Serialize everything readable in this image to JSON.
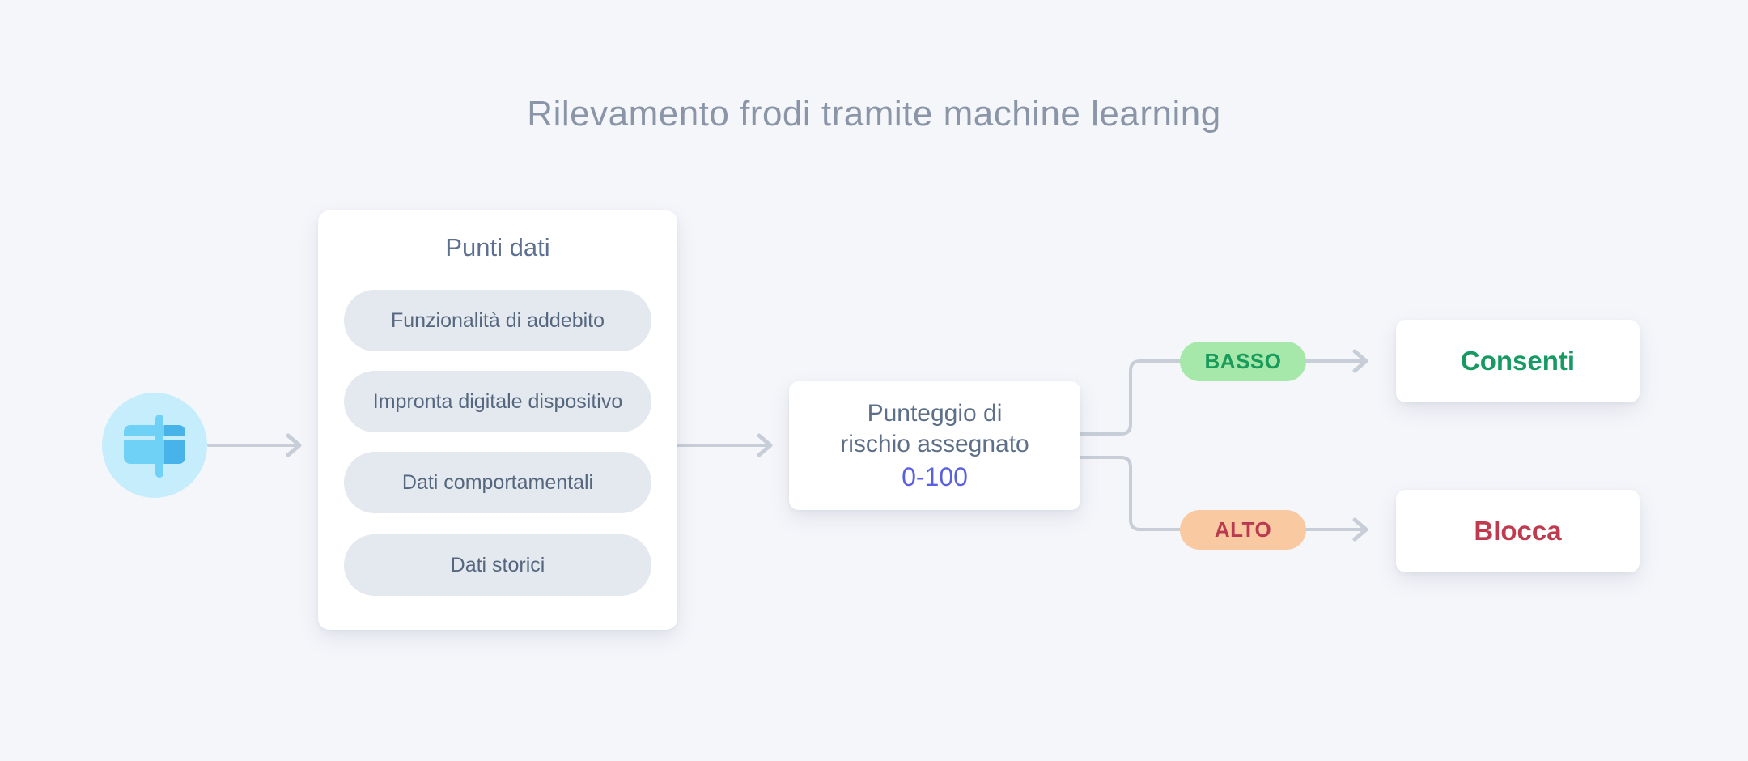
{
  "title": "Rilevamento frodi tramite machine learning",
  "source": {
    "icon": "credit-card-icon"
  },
  "datapoints": {
    "title": "Punti dati",
    "items": [
      "Funzionalità di addebito",
      "Impronta digitale dispositivo",
      "Dati comportamentali",
      "Dati storici"
    ]
  },
  "score": {
    "line1": "Punteggio di",
    "line2": "rischio assegnato",
    "range": "0-100"
  },
  "branches": {
    "low": {
      "label": "BASSO",
      "result": "Consenti"
    },
    "high": {
      "label": "ALTO",
      "result": "Blocca"
    }
  },
  "colors": {
    "background": "#F5F6FA",
    "title_text": "#8A96A8",
    "card_text": "#5D7090",
    "pill_bg": "#E4E8EF",
    "connector": "#C7CED8",
    "range_text": "#5A61E0",
    "low_pill_bg": "#A6E7AA",
    "low_label_text": "#189B5B",
    "allow_text": "#169A62",
    "high_pill_bg": "#F9C9A1",
    "high_label_text": "#BA3A4F",
    "block_text": "#BF3A4D",
    "icon_circle_bg": "#C6EDFC",
    "icon_card_light": "#6FD1F6",
    "icon_card_dark": "#47B3E9"
  }
}
